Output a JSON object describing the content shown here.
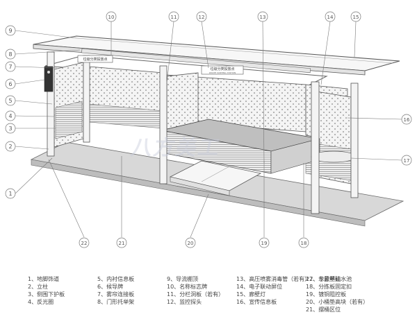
{
  "callouts": [
    "1",
    "2",
    "3",
    "4",
    "5",
    "6",
    "7",
    "8",
    "9",
    "10",
    "11",
    "12",
    "13",
    "14",
    "15",
    "16",
    "17",
    "18",
    "19",
    "20",
    "21",
    "22"
  ],
  "legend": [
    {
      "num": "1",
      "text": "地脚饰道"
    },
    {
      "num": "2",
      "text": "立柱"
    },
    {
      "num": "3",
      "text": "侧围下护板"
    },
    {
      "num": "4",
      "text": "反光圈"
    },
    {
      "num": "5",
      "text": "内衬信息板"
    },
    {
      "num": "6",
      "text": "候导牌"
    },
    {
      "num": "7",
      "text": "雾帘连接板"
    },
    {
      "num": "8",
      "text": "门形托举架"
    },
    {
      "num": "9",
      "text": "导流棚顶"
    },
    {
      "num": "10",
      "text": "名称标志牌"
    },
    {
      "num": "11",
      "text": "分栏洞板（若有）"
    },
    {
      "num": "12",
      "text": "监控探头"
    },
    {
      "num": "13",
      "text": "高压喷雾消毒管（若有）"
    },
    {
      "num": "14",
      "text": "电子联动屏位"
    },
    {
      "num": "15",
      "text": "廊壁灯"
    },
    {
      "num": "16",
      "text": "宣传信息板"
    },
    {
      "num": "17",
      "text": "专款壁挂水池"
    },
    {
      "num": "18",
      "text": "分拣板固定扣"
    },
    {
      "num": "19",
      "text": "镀铜阻控板"
    },
    {
      "num": "20",
      "text": "小桶垫高块（若有）"
    },
    {
      "num": "21",
      "text": "摆桶区位"
    },
    {
      "num": "22",
      "text": "示意基础"
    }
  ],
  "signs": {
    "sign_left": "垃圾分类投放点",
    "sign_center": "垃圾分类投放点",
    "sign_center_sub": "WASTE SORTING STATION"
  },
  "watermark": "八方美工",
  "colors": {
    "line": "#555555",
    "panel_fill": "#f2f2f2",
    "base_fill": "#d9d9d9",
    "callout_ring": "#777777"
  }
}
